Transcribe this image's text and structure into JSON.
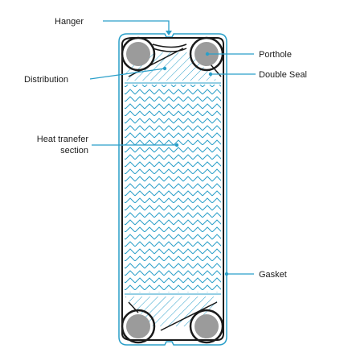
{
  "labels": {
    "hanger": "Hanger",
    "porthole": "Porthole",
    "distribution": "Distribution",
    "double_seal": "Double Seal",
    "heat_transfer_line1": "Heat tranefer",
    "heat_transfer_line2": "section",
    "gasket": "Gasket"
  },
  "colors": {
    "leader": "#2a9fc9",
    "gasket": "#2a9fc9",
    "plate_outline": "#1a1a1a",
    "hatch": "#2a9fc9",
    "porthole_fill": "#9b9b9b"
  }
}
